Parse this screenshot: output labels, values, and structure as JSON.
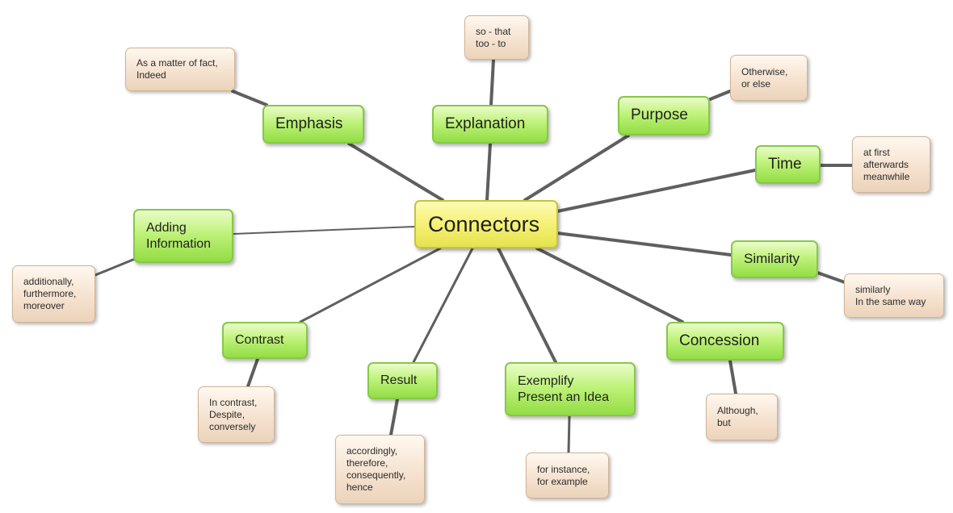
{
  "center": {
    "label": "Connectors"
  },
  "categories": [
    {
      "id": "emphasis",
      "label": "Emphasis",
      "examples": "As a matter of fact,\nIndeed"
    },
    {
      "id": "explanation",
      "label": "Explanation",
      "examples": "so - that\ntoo - to"
    },
    {
      "id": "purpose",
      "label": "Purpose",
      "examples": "Otherwise,\nor else"
    },
    {
      "id": "time",
      "label": "Time",
      "examples": "at first\nafterwards\nmeanwhile"
    },
    {
      "id": "similarity",
      "label": "Similarity",
      "examples": "similarly\nIn the same way"
    },
    {
      "id": "concession",
      "label": "Concession",
      "examples": "Although,\nbut"
    },
    {
      "id": "exemplify",
      "label": "Exemplify\nPresent an Idea",
      "examples": "for instance,\nfor example"
    },
    {
      "id": "result",
      "label": "Result",
      "examples": "accordingly,\ntherefore,\nconsequently,\nhence"
    },
    {
      "id": "contrast",
      "label": "Contrast",
      "examples": "In contrast,\nDespite,\nconversely"
    },
    {
      "id": "adding",
      "label": "Adding\nInformation",
      "examples": "additionally,\nfurthermore,\nmoreover"
    }
  ],
  "colors": {
    "center_fill": "#f6f27b",
    "category_fill": "#bff27a",
    "example_fill": "#f6e4d2",
    "connector_line": "#5f5f5f"
  }
}
